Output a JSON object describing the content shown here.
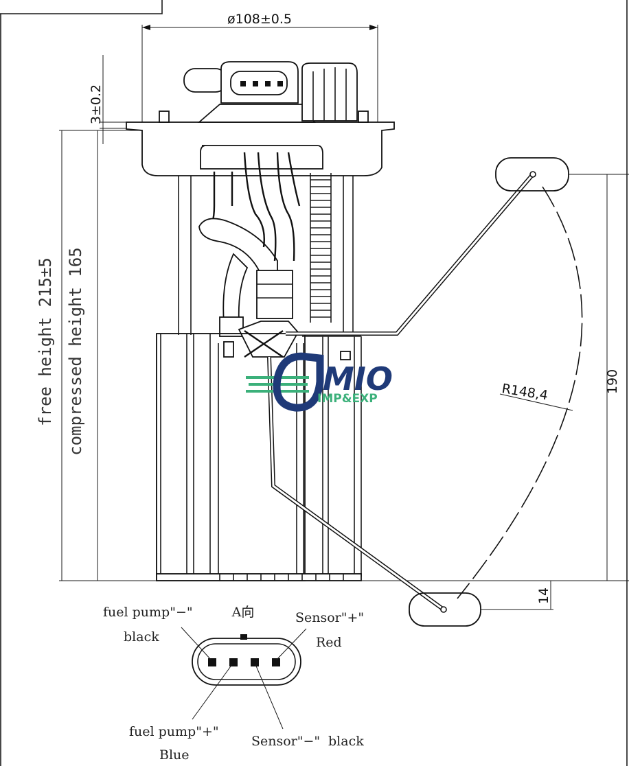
{
  "dimensions": {
    "diameter": "ø108±0.5",
    "flange_thickness": "3±0.2",
    "free_height": "free height 215±5",
    "compressed_height": "compressed height 165",
    "float_radius": "R148,4",
    "float_top_height": "190",
    "float_bottom_height": "14"
  },
  "connector": {
    "title": "A向",
    "pins": [
      {
        "label": "fuel pump\"−\"",
        "color": "black"
      },
      {
        "label": "Sensor\"+\"",
        "color": "Red"
      },
      {
        "label": "fuel pump\"+\"",
        "color": "Blue"
      },
      {
        "label": "Sensor\"−\"",
        "color": "black"
      }
    ]
  },
  "watermark": {
    "brand": "MIO",
    "tagline": "IMP&EXP",
    "colors": {
      "primary": "#1f3a78",
      "accent": "#3bb07a"
    }
  }
}
